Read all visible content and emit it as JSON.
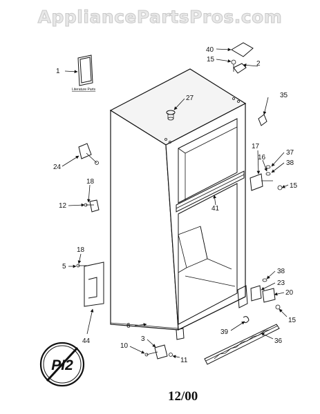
{
  "watermark": "AppliancePartsPros.com",
  "literature_label": "Literature Parts",
  "revision_date": "12/00",
  "logo_text": "PI2",
  "callouts": [
    "1",
    "2",
    "3",
    "5",
    "6",
    "10",
    "11",
    "12",
    "15",
    "15",
    "15",
    "16",
    "17",
    "18",
    "18",
    "20",
    "23",
    "24",
    "27",
    "35",
    "36",
    "37",
    "38",
    "38",
    "39",
    "40",
    "41",
    "44"
  ]
}
